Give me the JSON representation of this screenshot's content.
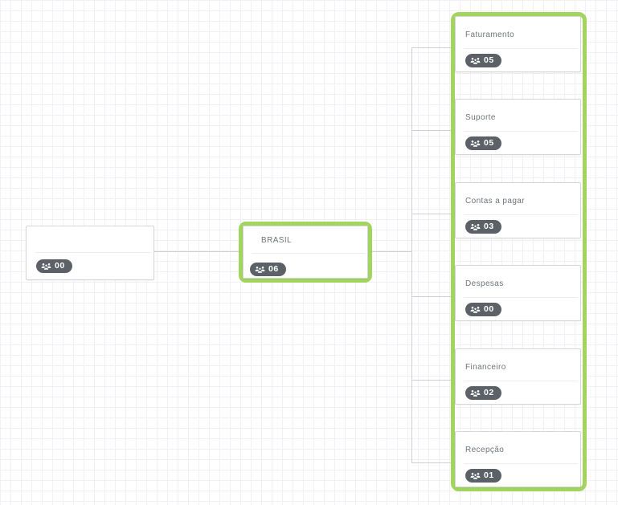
{
  "colors": {
    "selection_green": "#a2d45e",
    "badge_background": "#5b6167",
    "badge_text": "#ffffff",
    "card_border": "#d6d6d9",
    "connector_line": "#cfcfd4",
    "grid_line": "#f1f1f5",
    "title_text": "#6e747b"
  },
  "icons": {
    "badge_icon": "users-group-icon"
  },
  "root_node": {
    "title": "",
    "member_count": "00"
  },
  "parent_node": {
    "title": "BRASIL",
    "member_count": "06"
  },
  "departments": [
    {
      "name": "Faturamento",
      "member_count": "05"
    },
    {
      "name": "Suporte",
      "member_count": "05"
    },
    {
      "name": "Contas a pagar",
      "member_count": "03"
    },
    {
      "name": "Despesas",
      "member_count": "00"
    },
    {
      "name": "Financeiro",
      "member_count": "02"
    },
    {
      "name": "Recepção",
      "member_count": "01"
    }
  ]
}
